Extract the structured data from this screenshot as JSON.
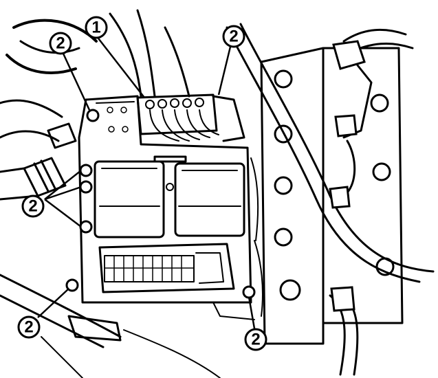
{
  "callouts": [
    {
      "label": "1"
    },
    {
      "label": "2"
    },
    {
      "label": "2"
    },
    {
      "label": "2"
    },
    {
      "label": "2"
    },
    {
      "label": "2"
    }
  ]
}
